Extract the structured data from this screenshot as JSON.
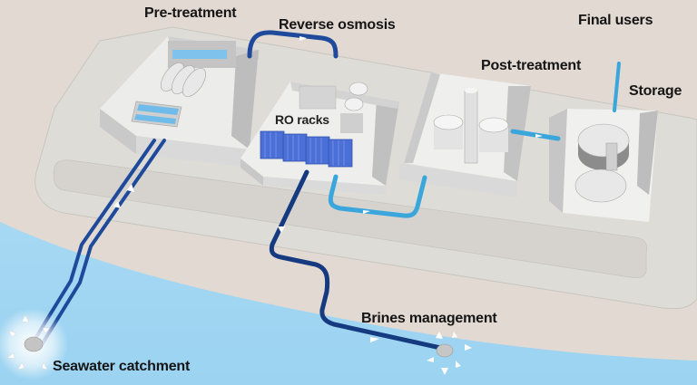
{
  "diagram": {
    "title": "Seawater reverse osmosis desalination plant",
    "colors": {
      "land": "#e2d9d2",
      "sea": "#9fd5f1",
      "platform": "#dcdbd6",
      "building": "#cfcfcf",
      "seawater_pipe": "#1f4a9c",
      "brine_pipe": "#163a80",
      "permeate_pipe": "#3aa6dc",
      "ro_racks": "#4a6fd6"
    },
    "labels": {
      "pre_treatment": "Pre-treatment",
      "reverse_osmosis": "Reverse osmosis",
      "ro_racks": "RO racks",
      "post_treatment": "Post-treatment",
      "storage": "Storage",
      "final_users": "Final users",
      "seawater_catchment": "Seawater catchment",
      "brines_management": "Brines management"
    },
    "flows": [
      {
        "from": "Seawater catchment",
        "to": "Pre-treatment",
        "pipe": "seawater"
      },
      {
        "from": "Pre-treatment",
        "to": "Reverse osmosis",
        "pipe": "seawater"
      },
      {
        "from": "Reverse osmosis",
        "to": "Post-treatment",
        "pipe": "permeate"
      },
      {
        "from": "Post-treatment",
        "to": "Storage",
        "pipe": "permeate"
      },
      {
        "from": "Storage",
        "to": "Final users",
        "pipe": "permeate"
      },
      {
        "from": "Reverse osmosis",
        "to": "Brines management",
        "pipe": "brine"
      }
    ]
  }
}
